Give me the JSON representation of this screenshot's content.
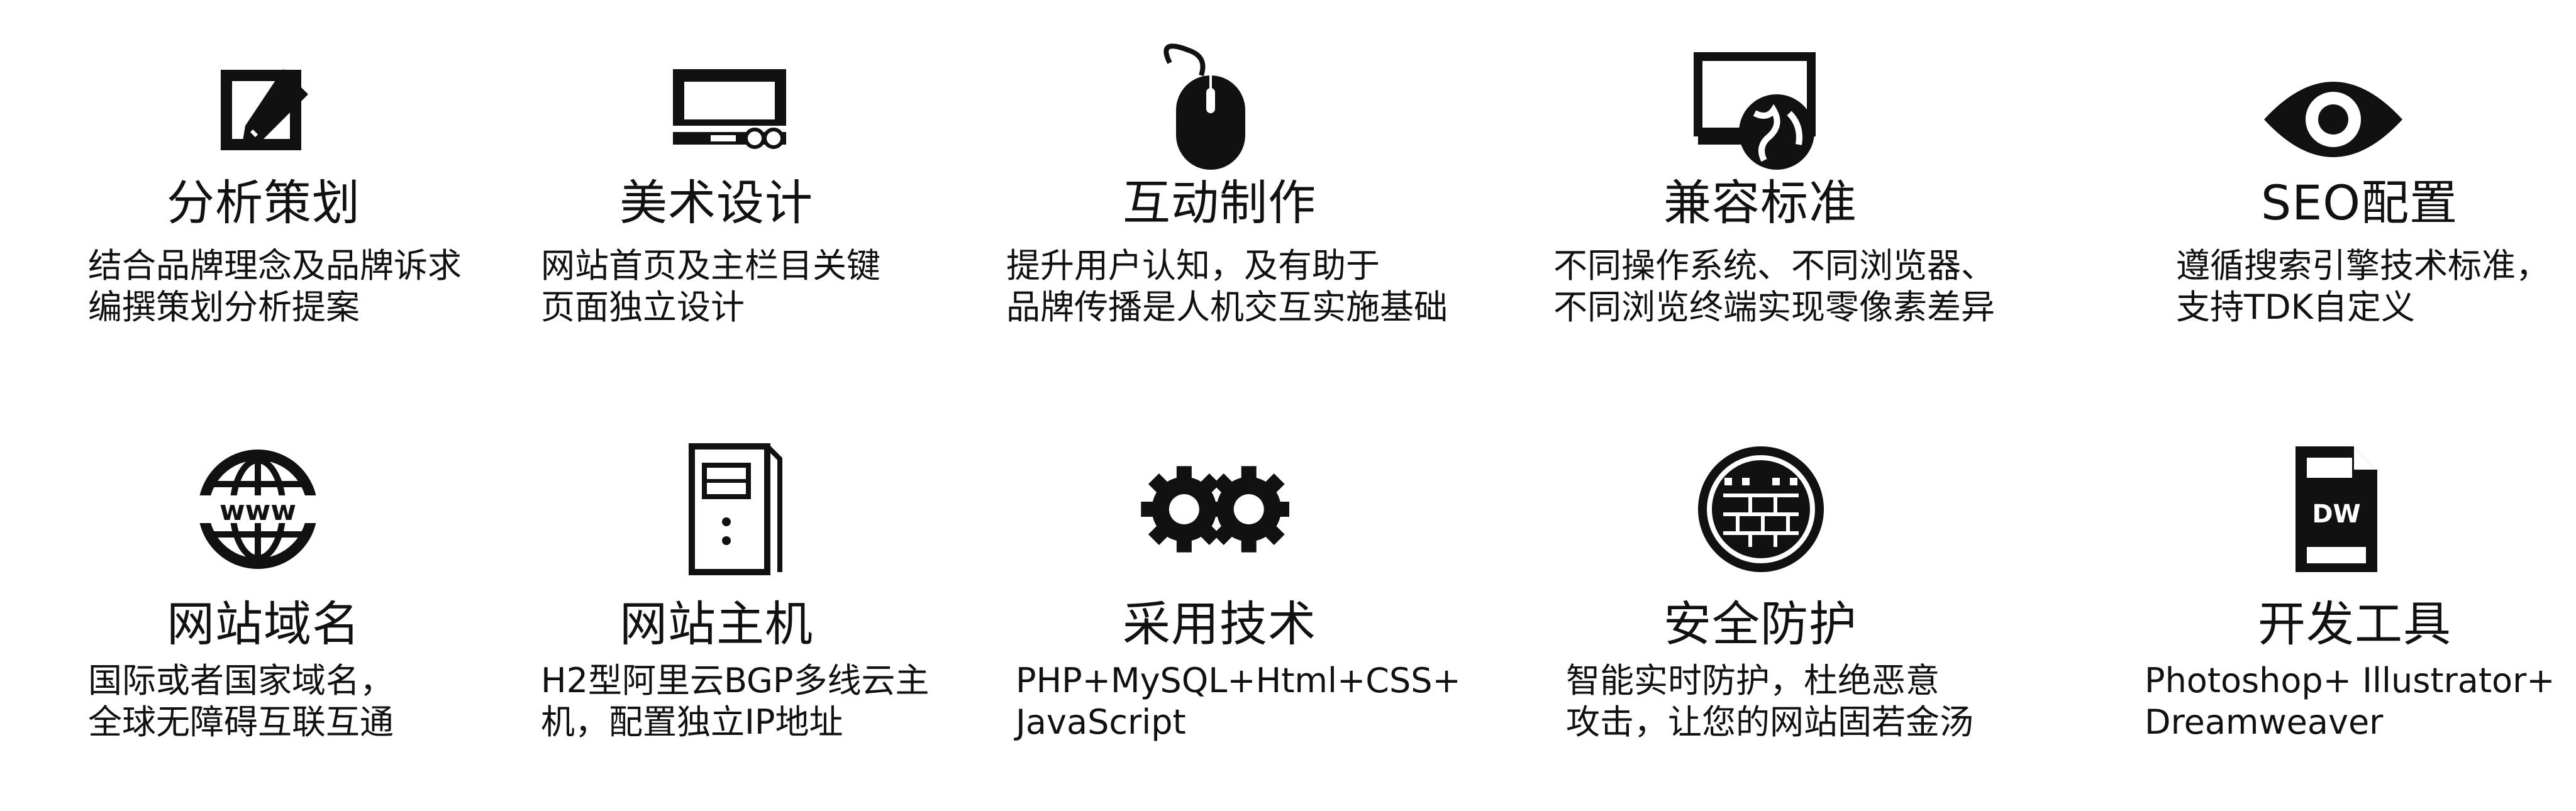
{
  "features": [
    {
      "icon": "edit-icon",
      "title": "分析策划",
      "desc": [
        "结合品牌理念及品牌诉求",
        "编撰策划分析提案"
      ]
    },
    {
      "icon": "design-icon",
      "title": "美术设计",
      "desc": [
        "网站首页及主栏目关键",
        "页面独立设计"
      ]
    },
    {
      "icon": "mouse-icon",
      "title": "互动制作",
      "desc": [
        "提升用户认知，及有助于",
        "品牌传播是人机交互实施基础"
      ]
    },
    {
      "icon": "globe-screen-icon",
      "title": "兼容标准",
      "desc": [
        "不同操作系统、不同浏览器、",
        "不同浏览终端实现零像素差异"
      ]
    },
    {
      "icon": "eye-icon",
      "title": "SEO配置",
      "desc": [
        "遵循搜索引擎技术标准，",
        "支持TDK自定义"
      ]
    },
    {
      "icon": "www-icon",
      "title": "网站域名",
      "desc": [
        "国际或者国家域名，",
        "全球无障碍互联互通"
      ]
    },
    {
      "icon": "server-icon",
      "title": "网站主机",
      "desc": [
        "H2型阿里云BGP多线云主",
        "机，配置独立IP地址"
      ]
    },
    {
      "icon": "gears-icon",
      "title": "采用技术",
      "desc": [
        "PHP+MySQL+Html+CSS+",
        "JavaScript"
      ]
    },
    {
      "icon": "firewall-icon",
      "title": "安全防护",
      "desc": [
        "智能实时防护，杜绝恶意",
        "攻击，让您的网站固若金汤"
      ]
    },
    {
      "icon": "dw-file-icon",
      "title": "开发工具",
      "desc": [
        "Photoshop+ Illustrator+",
        "Dreamweaver"
      ]
    }
  ]
}
